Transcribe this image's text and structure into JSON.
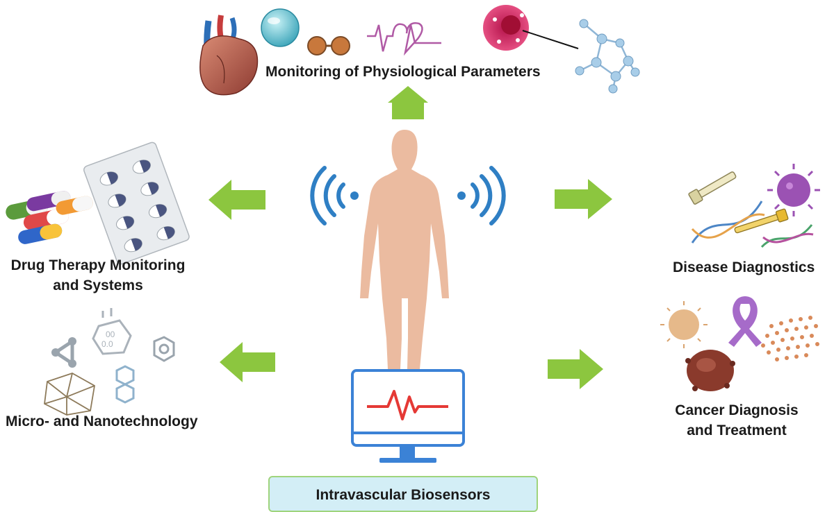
{
  "center_label": "Intravascular Biosensors",
  "branches": {
    "top": "Monitoring of Physiological Parameters",
    "left_upper": [
      "Drug Therapy Monitoring",
      "and Systems"
    ],
    "left_lower": "Micro- and Nanotechnology",
    "right_upper": "Disease Diagnostics",
    "right_lower": [
      "Cancer Diagnosis",
      "and Treatment"
    ]
  },
  "colors": {
    "arrow": "#8cc63f",
    "body": "#ebbba0",
    "signal": "#2f7fc4",
    "monitor": "#3b82d6",
    "ekg": "#e53935",
    "box_fill": "#d3eef6",
    "box_border": "#9fd47c"
  },
  "icons": [
    "heart-icon",
    "cell-icon",
    "molecule-icon",
    "heartbeat-icon",
    "blood-cell-icon",
    "molecule-structure-icon",
    "pill-capsules-icon",
    "blister-pack-icon",
    "nanostructure-icon",
    "dna-icon",
    "virus-icon",
    "pipette-icon",
    "cancer-cell-icon",
    "awareness-ribbon-icon",
    "human-body-icon",
    "wireless-signal-icon",
    "monitor-icon"
  ]
}
